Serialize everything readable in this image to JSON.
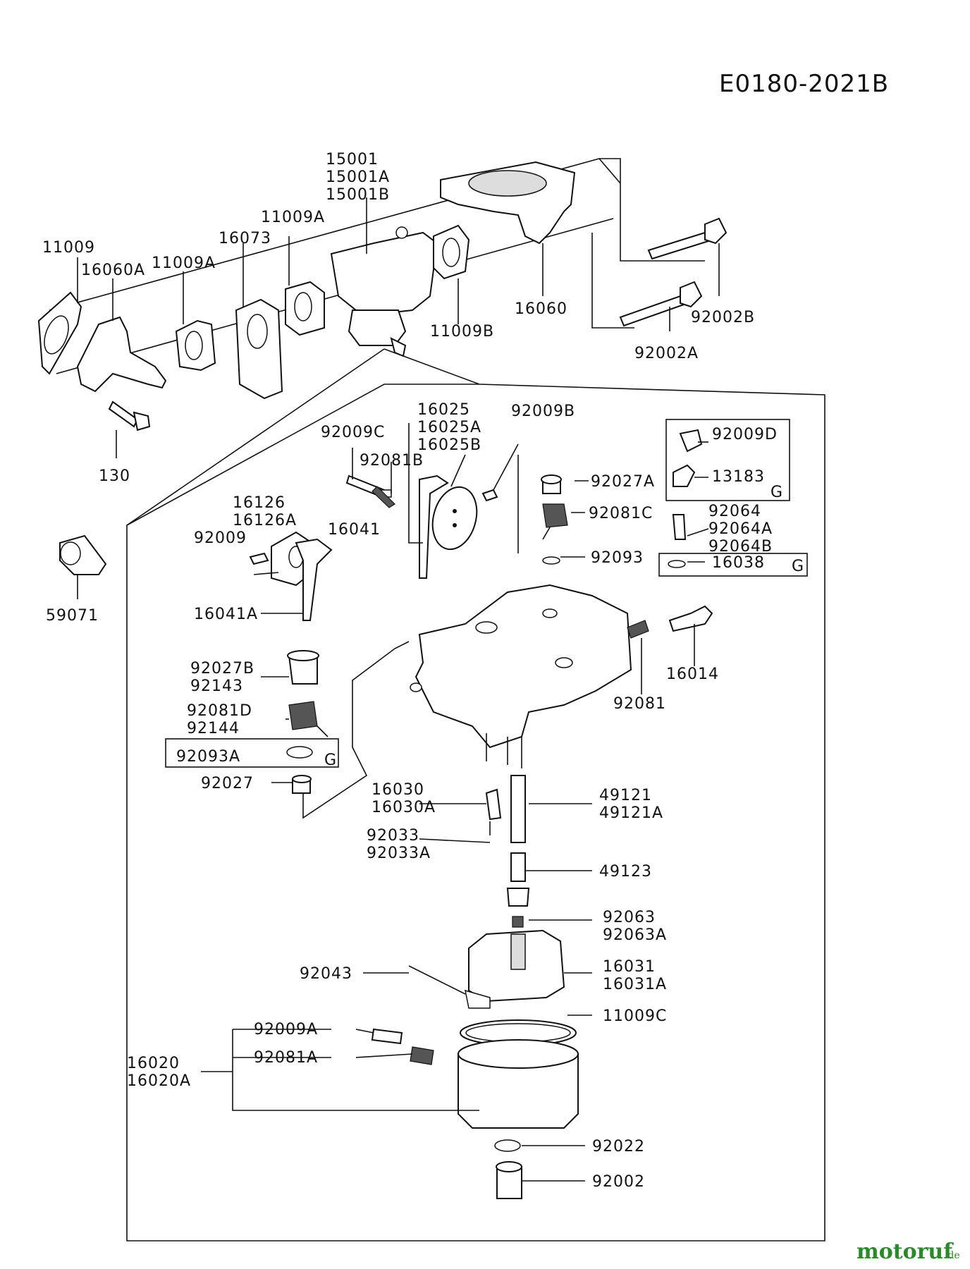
{
  "diagram_code": "E0180-2021B",
  "watermark": {
    "main": "motoruf",
    "suffix": ".de"
  },
  "g_marker": "G",
  "labels": {
    "p15001": "15001",
    "p15001a": "15001A",
    "p15001b": "15001B",
    "p11009": "11009",
    "p16060a": "16060A",
    "p11009a_1": "11009A",
    "p16073": "16073",
    "p11009a_2": "11009A",
    "p11009b": "11009B",
    "p16060": "16060",
    "p92002b": "92002B",
    "p92002a": "92002A",
    "p130": "130",
    "p59071": "59071",
    "p16025": "16025",
    "p16025a": "16025A",
    "p16025b": "16025B",
    "p92009b": "92009B",
    "p92009c": "92009C",
    "p92081b": "92081B",
    "p16041": "16041",
    "p92009d": "92009D",
    "p13183": "13183",
    "p92027a": "92027A",
    "p92081c": "92081C",
    "p92064": "92064",
    "p92064a": "92064A",
    "p92064b": "92064B",
    "p92093": "92093",
    "p16038": "16038",
    "p16126": "16126",
    "p16126a": "16126A",
    "p92009": "92009",
    "p16041a": "16041A",
    "p92027b": "92027B",
    "p92143": "92143",
    "p92081d": "92081D",
    "p92144": "92144",
    "p92093a": "92093A",
    "p92027": "92027",
    "p16014": "16014",
    "p92081": "92081",
    "p16030": "16030",
    "p16030a": "16030A",
    "p49121": "49121",
    "p49121a": "49121A",
    "p92033": "92033",
    "p92033a": "92033A",
    "p49123": "49123",
    "p92063": "92063",
    "p92063a": "92063A",
    "p92043": "92043",
    "p16031": "16031",
    "p16031a": "16031A",
    "p11009c": "11009C",
    "p92009a": "92009A",
    "p16020": "16020",
    "p16020a": "16020A",
    "p92081a": "92081A",
    "p92022": "92022",
    "p92002": "92002"
  }
}
